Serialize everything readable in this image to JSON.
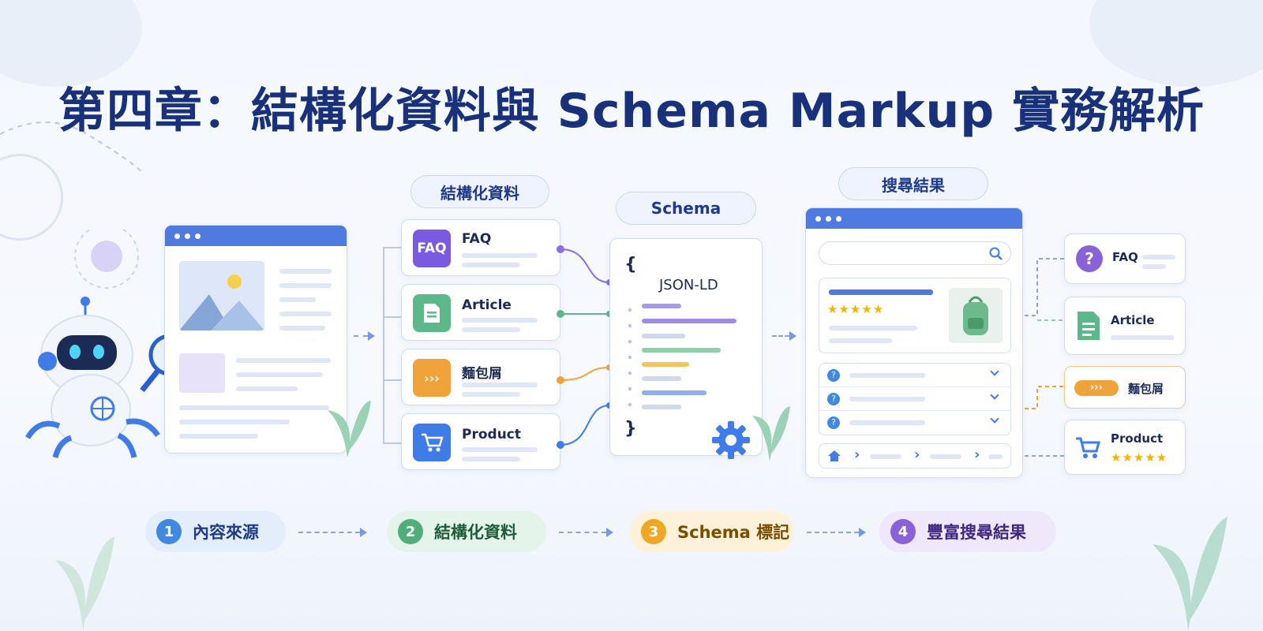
{
  "title": "第四章：結構化資料與 Schema Markup 實務解析",
  "sections": {
    "structured": "結構化資料",
    "schema": "Schema",
    "results": "搜尋結果"
  },
  "structured_items": [
    {
      "label": "FAQ",
      "icon_text": "FAQ",
      "icon": "faq-icon",
      "color": "#7a5ae0"
    },
    {
      "label": "Article",
      "icon_text": "",
      "icon": "document-icon",
      "color": "#5cb88a"
    },
    {
      "label": "麵包屑",
      "icon_text": "›››",
      "icon": "breadcrumb-icon",
      "color": "#f0a33a"
    },
    {
      "label": "Product",
      "icon_text": "",
      "icon": "cart-icon",
      "color": "#3f7ce8"
    }
  ],
  "schema_panel": {
    "open_brace": "{",
    "format": "JSON-LD",
    "close_brace": "}"
  },
  "rich_results": [
    {
      "label": "FAQ",
      "icon": "question-icon"
    },
    {
      "label": "Article",
      "icon": "document-icon"
    },
    {
      "label": "麵包屑",
      "icon": "breadcrumb-icon"
    },
    {
      "label": "Product",
      "icon": "cart-icon",
      "stars": "★★★★★"
    }
  ],
  "search_result": {
    "stars": "★★★★★",
    "faq_marks": [
      "?",
      "?",
      "?"
    ],
    "breadcrumb_separators": [
      "›",
      "›",
      "›"
    ]
  },
  "steps": [
    {
      "num": "1",
      "label": "內容來源",
      "color": "#3f8ae0",
      "bg": "#e4edfb",
      "text": "#1e3a8a"
    },
    {
      "num": "2",
      "label": "結構化資料",
      "color": "#4fae7a",
      "bg": "#e5f4ea",
      "text": "#1f5c3a"
    },
    {
      "num": "3",
      "label": "Schema 標記",
      "color": "#f0a824",
      "bg": "#fdf1d9",
      "text": "#7a4d00"
    },
    {
      "num": "4",
      "label": "豐富搜尋結果",
      "color": "#8a62d8",
      "bg": "#efe8fb",
      "text": "#3f2680"
    }
  ]
}
